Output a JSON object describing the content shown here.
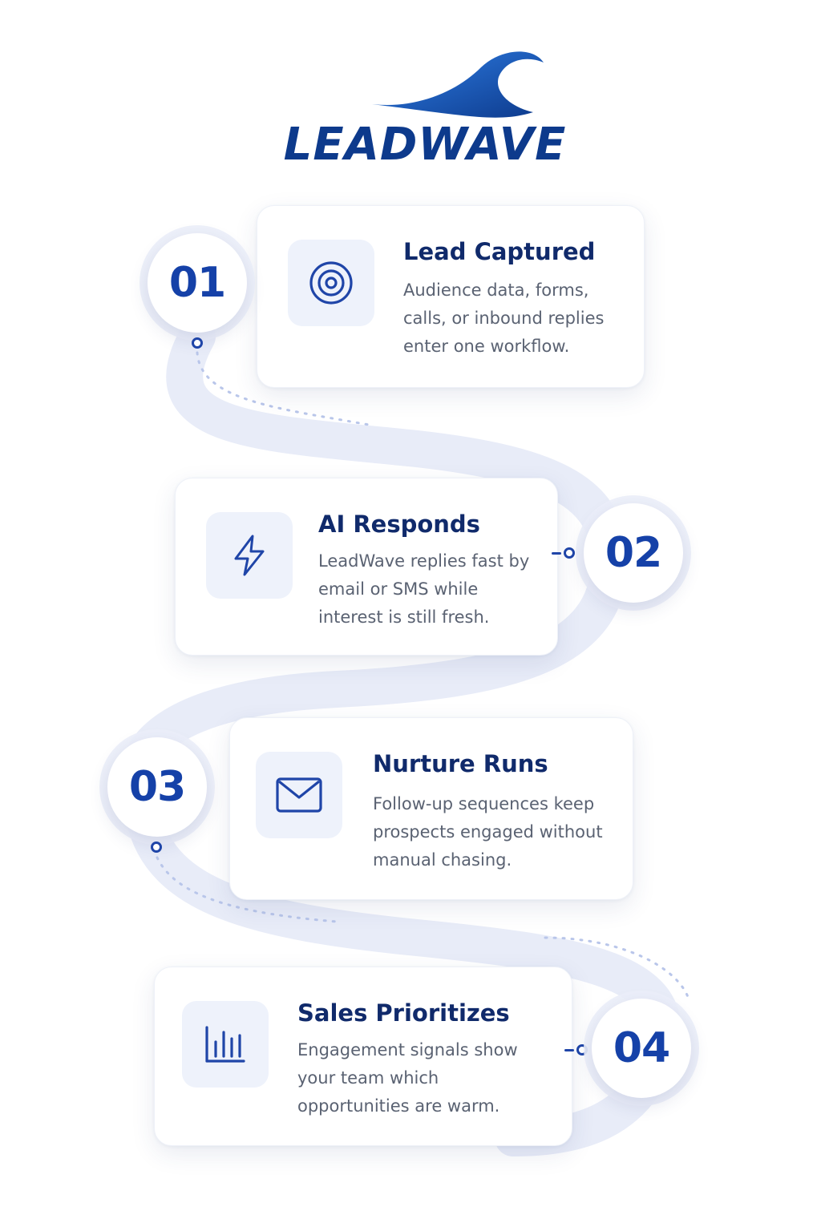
{
  "brand": {
    "name": "LEADWAVE",
    "primary_color": "#0d3a8c",
    "accent_color": "#1e6fd9"
  },
  "steps": [
    {
      "number": "01",
      "title": "Lead Captured",
      "description": "Audience data, forms, calls, or inbound replies enter one workflow.",
      "icon": "target-icon"
    },
    {
      "number": "02",
      "title": "AI Responds",
      "description": "LeadWave replies fast by email or SMS while interest is still fresh.",
      "icon": "lightning-icon"
    },
    {
      "number": "03",
      "title": "Nurture Runs",
      "description": "Follow-up sequences keep prospects engaged without manual chasing.",
      "icon": "envelope-icon"
    },
    {
      "number": "04",
      "title": "Sales Prioritizes",
      "description": "Engagement signals show your team which opportunities are warm.",
      "icon": "bar-chart-icon"
    }
  ]
}
